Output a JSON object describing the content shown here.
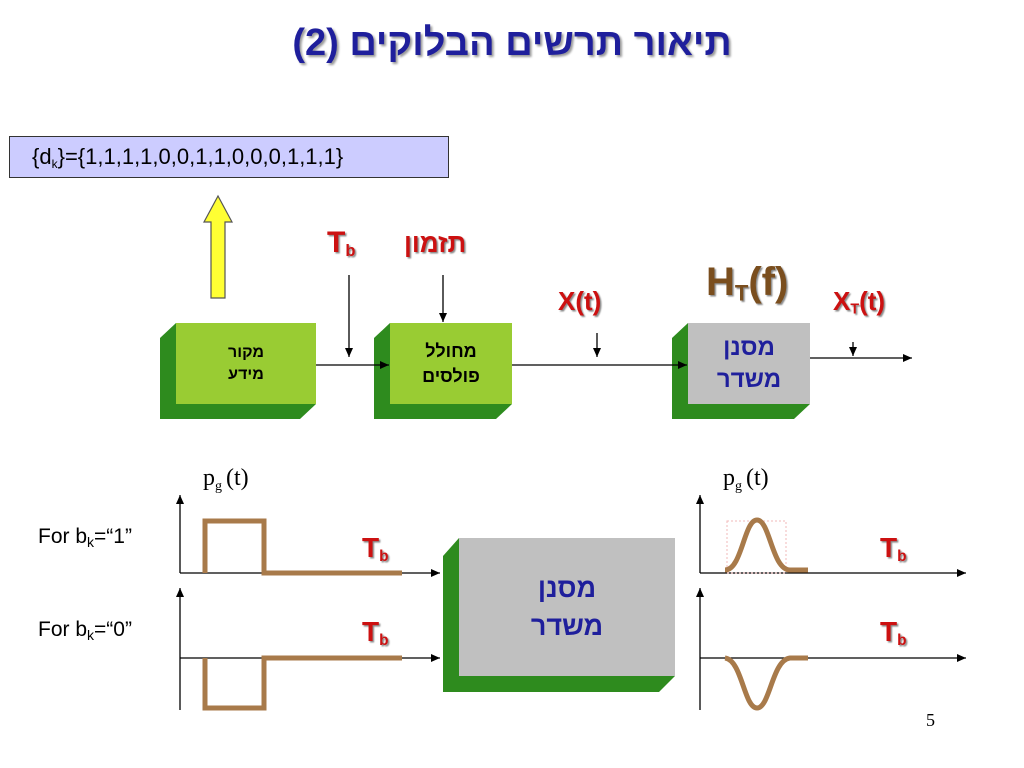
{
  "title": "תיאור תרשים הבלוקים (2)",
  "sequence": {
    "prefix": "{d",
    "subscript": "k",
    "values": "}={1,1,1,1,0,0,1,1,0,0,0,1,1,1}"
  },
  "blocks": {
    "source": {
      "line1": "מקור",
      "line2": "מידע"
    },
    "pulse_gen": {
      "line1": "מחולל",
      "line2": "פולסים"
    },
    "tx_filter": {
      "line1": "מסנן",
      "line2": "משדר"
    },
    "tx_filter_lower": {
      "line1": "מסנן",
      "line2": "משדר"
    }
  },
  "labels": {
    "tb_top": {
      "main": "T",
      "sub": "b"
    },
    "timing": "תזמון",
    "xt": "X(t)",
    "ht_main": "H",
    "ht_sub": "T",
    "ht_rest": "(f)",
    "xtt_main": "X",
    "xtt_sub": "T",
    "xtt_rest": "(t)",
    "pg_left": {
      "p": "p",
      "sub": "g",
      "rest": "(t)"
    },
    "pg_right": {
      "p": "p",
      "sub": "g",
      "rest": "(t)"
    },
    "for1": {
      "prefix": "For b",
      "sub": "k",
      "rest": "=“1”"
    },
    "for0": {
      "prefix": "For b",
      "sub": "k",
      "rest": "=“0”"
    },
    "tb": {
      "main": "T",
      "sub": "b"
    }
  },
  "page_number": "5",
  "colors": {
    "title": "#1f1f9c",
    "seq_bg": "#ccccff",
    "green_face": "#99cc33",
    "green_dark": "#2e8b1e",
    "gray_face": "#c0c0c0",
    "red_label": "#cc1111",
    "brown_pulse": "#a87a4a",
    "arrow_yellow": "#ffff33"
  }
}
